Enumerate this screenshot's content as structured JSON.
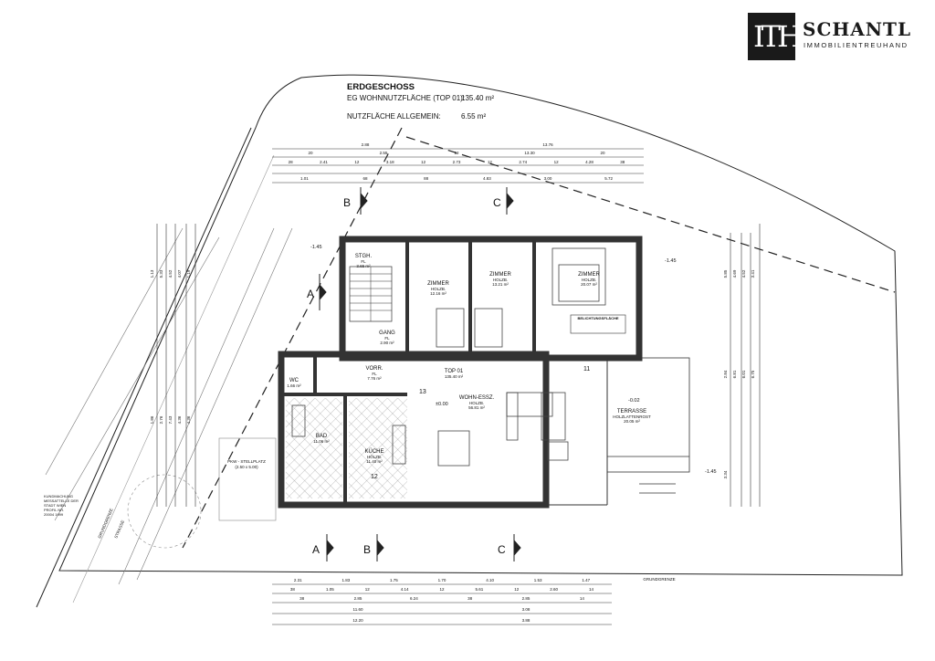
{
  "header": {
    "title": "ERDGESCHOSS",
    "wnf_label": "EG WOHNNUTZFLÄCHE (TOP 01):",
    "wnf_value": "135.40 m²",
    "nf_label": "NUTZFLÄCHE ALLGEMEIN:",
    "nf_value": "6.55 m²"
  },
  "logo": {
    "mark": "ITH",
    "name": "SCHANTL",
    "subtitle": "IMMOBILIENTREUHAND"
  },
  "rooms": {
    "stgh": {
      "name": "STGH.",
      "sub": "FL",
      "area": "3.65 m²"
    },
    "zimmer1": {
      "name": "ZIMMER",
      "sub": "HOLZB.",
      "area": "12.16 m²"
    },
    "zimmer2": {
      "name": "ZIMMER",
      "sub": "HOLZB.",
      "area": "13.21 m²"
    },
    "zimmer3": {
      "name": "ZIMMER",
      "sub": "HOLZB.",
      "area": "20.07 m²"
    },
    "gang": {
      "name": "GANG",
      "sub": "FL",
      "area": "2.90 m²"
    },
    "top": {
      "name": "TOP 01",
      "area": "135.40 m²"
    },
    "wc": {
      "name": "WC",
      "area": "1.66 m²"
    },
    "vorr": {
      "name": "VORR.",
      "sub": "FL",
      "area": "7.76 m²"
    },
    "wohn": {
      "name": "WOHN-ESSZ.",
      "sub": "HOLZB.",
      "area": "56.81 m²"
    },
    "bad": {
      "name": "BAD",
      "area": "11.06 m²"
    },
    "kueche": {
      "name": "KÜCHE",
      "sub": "HOLZB.",
      "area": "11.40 m²"
    },
    "terrasse": {
      "name": "TERRASSE",
      "sub": "HOLZLATTENROST",
      "area": "20.05 m²"
    }
  },
  "labels": {
    "belichtung": "BELICHTUNGSFLÄCHE",
    "level_minus": "-1.45",
    "level_zero": "±0.00",
    "level_terr": "-0.02",
    "parking": "PKW - STELLPLATZ",
    "parking_dim": "(2.50 x 5.00)",
    "num_11": "11",
    "num_12": "12",
    "num_13": "13",
    "section_a": "A",
    "section_b": "B",
    "section_c": "C",
    "left_note1": "KUNDMACHUNG",
    "left_note2": "MESSATTELLE DER",
    "left_note3": "STADT WIEN",
    "left_note4": "PROFIL NR.",
    "left_note5": "20004 1999",
    "grundgrenze": "GRUNDGRENZE",
    "street1": "GRUNDGRENZE",
    "street2": "STRASSE"
  },
  "dims_top": {
    "r1": [
      "2.88",
      "13.76"
    ],
    "r2": [
      "20",
      "2.55",
      "12",
      "13.30",
      "20"
    ],
    "r3": [
      "28",
      "2.41",
      "12",
      "3.18",
      "12",
      "2.73",
      "12",
      "2.74",
      "12",
      "4.28",
      "38"
    ],
    "r4": [
      "1.01",
      "68",
      "88",
      "4.83",
      "3.00",
      "5.72"
    ]
  },
  "dims_bottom": {
    "r1": [
      "2.31",
      "1.83",
      "1.75",
      "1.70",
      "4.10",
      "1.53",
      "1.47"
    ],
    "r2": [
      "38",
      "1.05",
      "12",
      "4.14",
      "12",
      "5.61",
      "12",
      "2.60",
      "14"
    ],
    "r3": [
      "38",
      "2.85",
      "6.24",
      "38",
      "2.85",
      "14"
    ],
    "r4": [
      "11.60",
      "3.08"
    ],
    "r5": [
      "12.20",
      "3.88"
    ]
  },
  "dims_left": [
    "1.13",
    "5.33",
    "4.52",
    "4.07",
    "1.19",
    "1.86",
    "2.76",
    "7.43",
    "4.36",
    "4.36"
  ],
  "dims_right": [
    "5.85",
    "4.69",
    "4.52",
    "3.41",
    "2.84",
    "6.81",
    "6.01",
    "6.75",
    "3.34"
  ]
}
